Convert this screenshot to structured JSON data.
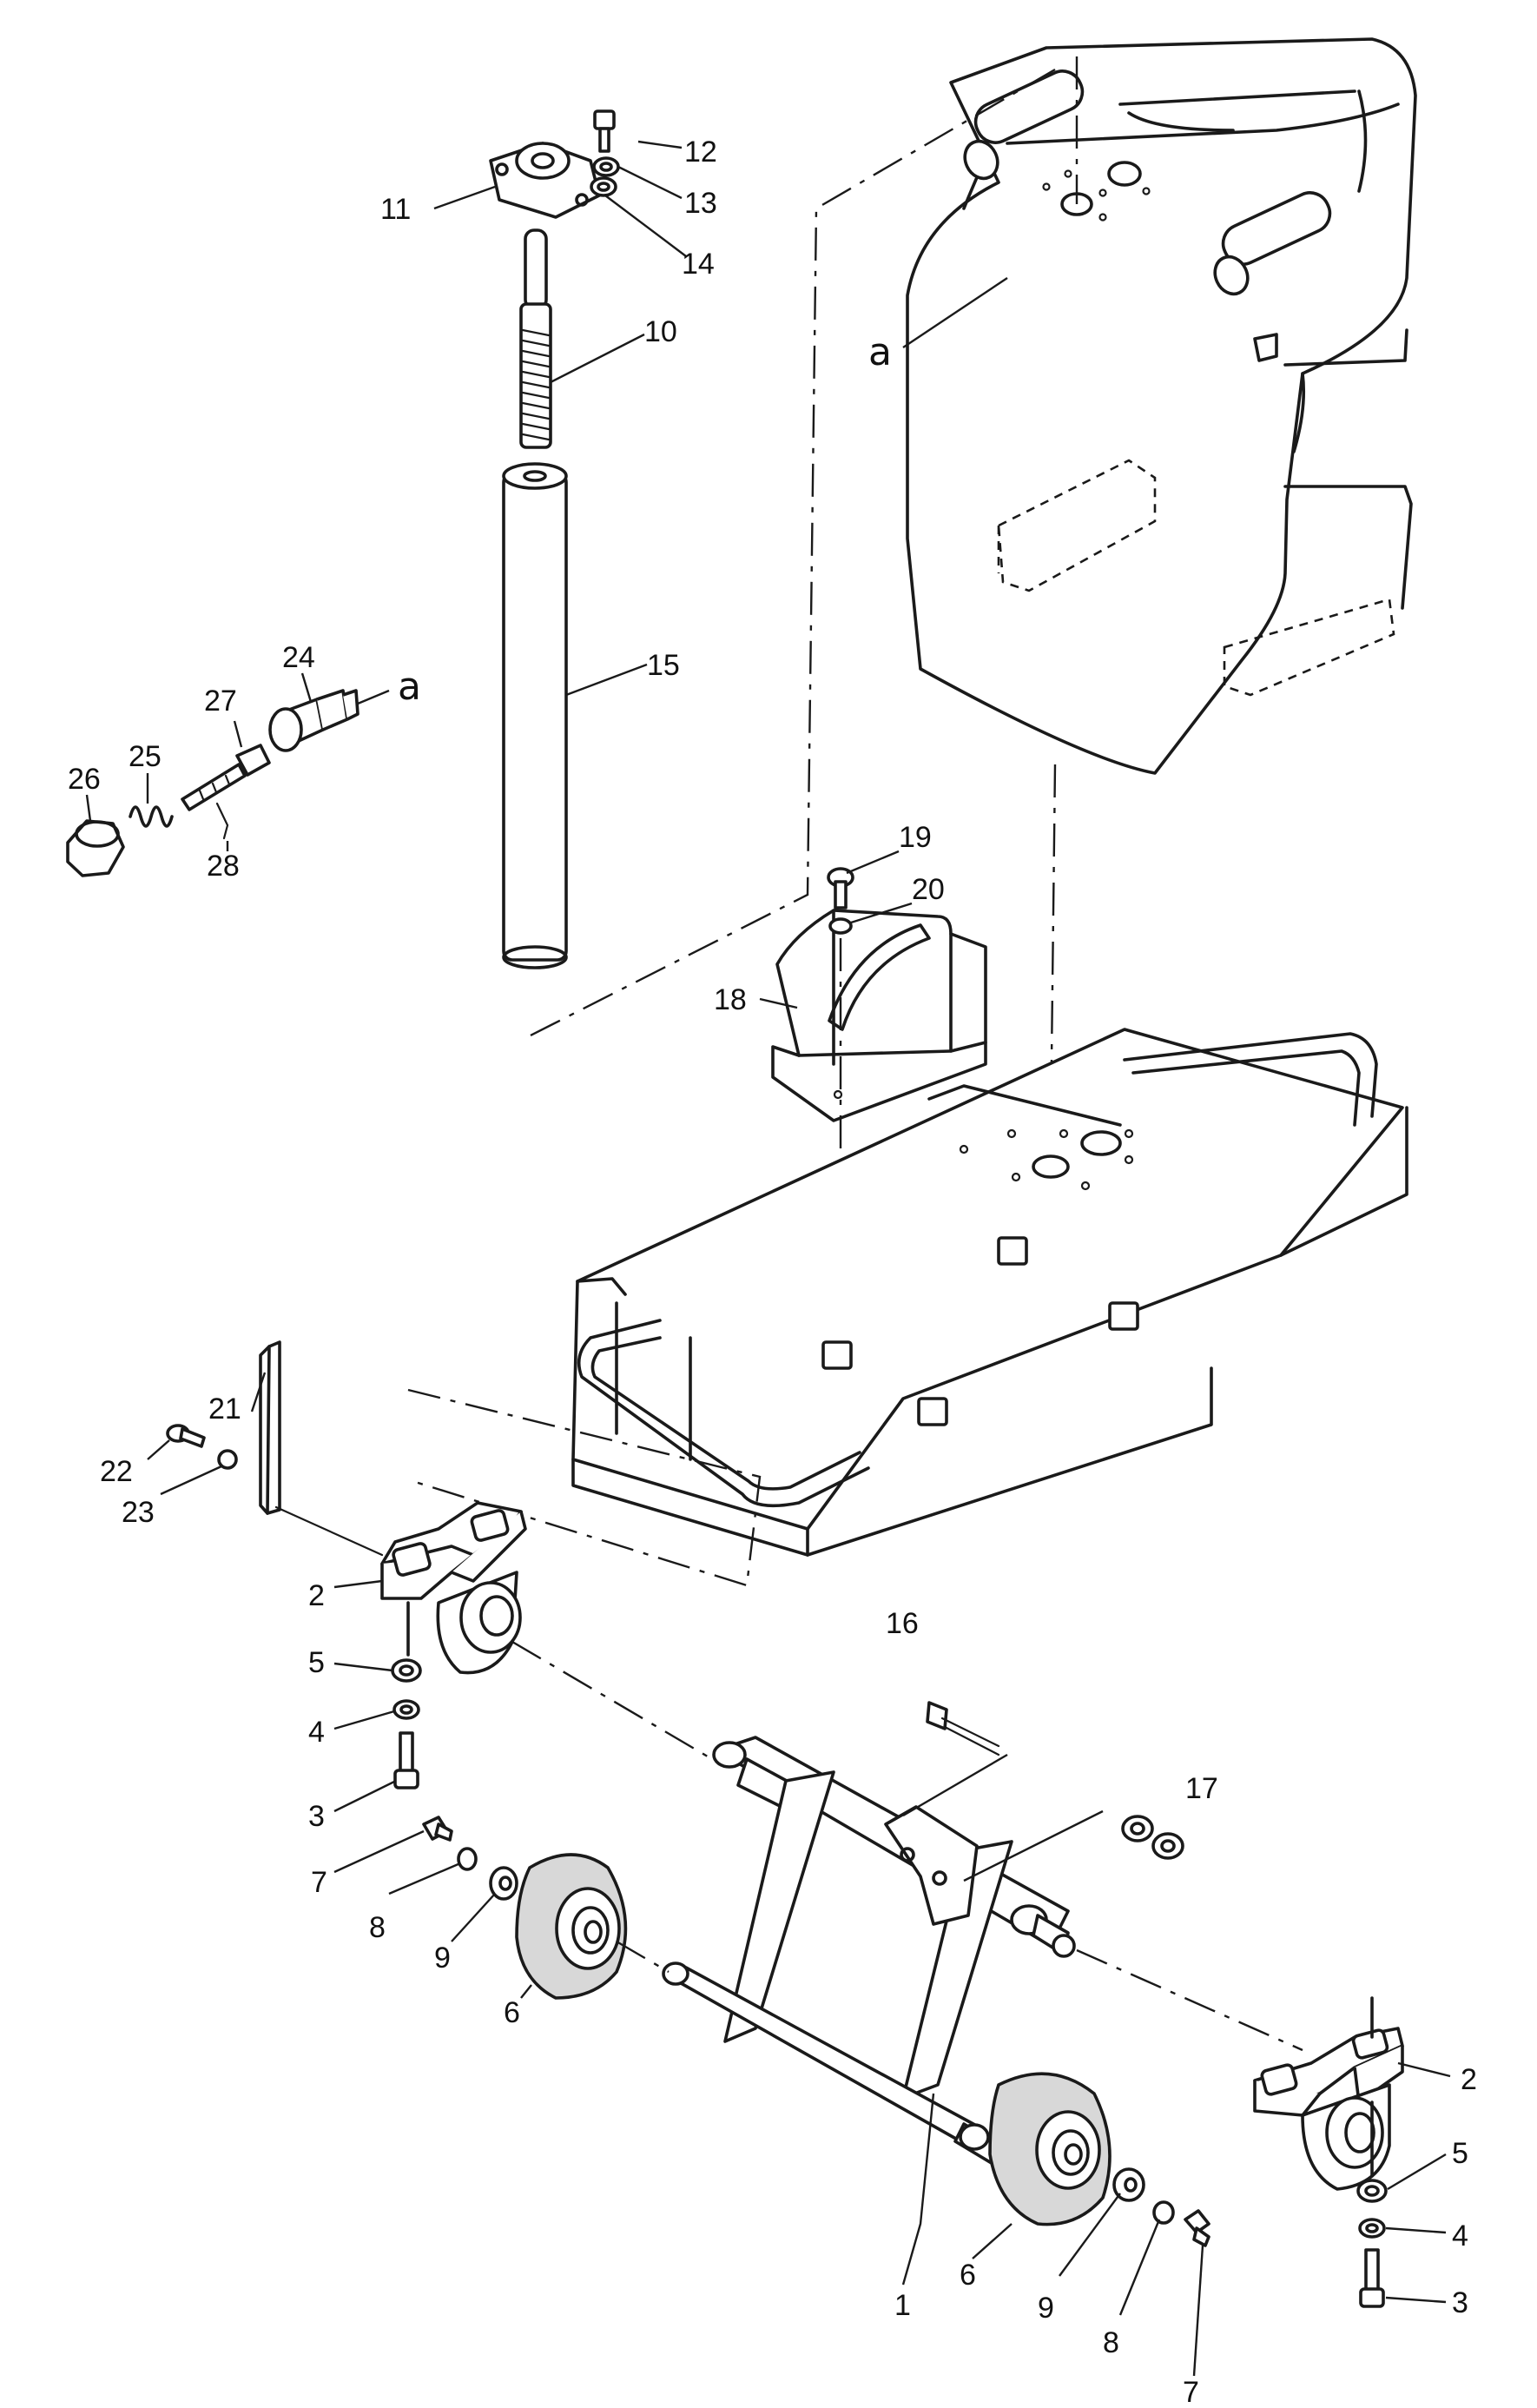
{
  "diagram": {
    "type": "exploded-parts-view",
    "callouts": {
      "p1": "1",
      "p2a": "2",
      "p2b": "2",
      "p3a": "3",
      "p3b": "3",
      "p4a": "4",
      "p4b": "4",
      "p5a": "5",
      "p5b": "5",
      "p6a": "6",
      "p6b": "6",
      "p7a": "7",
      "p7b": "7",
      "p8a": "8",
      "p8b": "8",
      "p9a": "9",
      "p9b": "9",
      "p10": "10",
      "p11": "11",
      "p12": "12",
      "p13": "13",
      "p14": "14",
      "p15": "15",
      "p16": "16",
      "p17": "17",
      "p18": "18",
      "p19": "19",
      "p20": "20",
      "p21": "21",
      "p22": "22",
      "p23": "23",
      "p24": "24",
      "p25": "25",
      "p26": "26",
      "p27": "27",
      "p28": "28"
    },
    "reference_marks": {
      "cover": "a",
      "knob_assembly": "a"
    }
  }
}
